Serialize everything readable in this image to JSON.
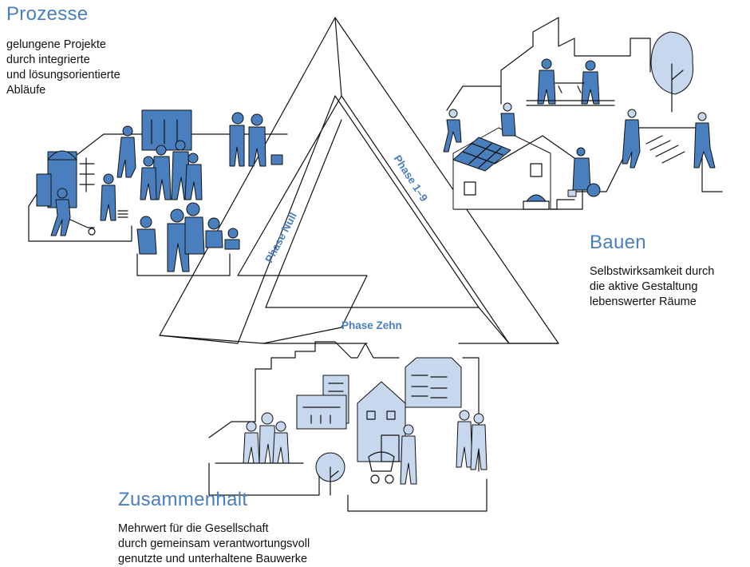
{
  "sections": {
    "prozesse": {
      "title": "Prozesse",
      "lines": [
        "gelungene Projekte",
        "durch integrierte",
        "und lösungsorientierte",
        "Abläufe"
      ]
    },
    "bauen": {
      "title": "Bauen",
      "lines": [
        "Selbstwirksamkeit durch",
        "die aktive Gestaltung",
        "lebenswerter Räume"
      ]
    },
    "zusammenhalt": {
      "title": "Zusammenhalt",
      "lines": [
        "Mehrwert für die Gesellschaft",
        "durch gemeinsam verantwortungsvoll",
        "genutzte und unterhaltene Bauwerke"
      ]
    }
  },
  "phases": {
    "null": "Phase Null",
    "one_to_nine": "Phase 1–9",
    "zehn": "Phase Zehn"
  },
  "colors": {
    "accent": "#4a7fbf",
    "light_fill": "#c7d8ee",
    "line": "#111111"
  }
}
